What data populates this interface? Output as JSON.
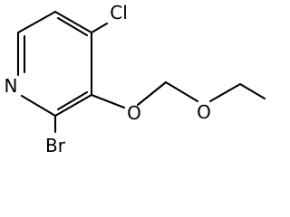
{
  "structure": {
    "atoms": {
      "n": "N",
      "cl": "Cl",
      "br": "Br",
      "o1": "O",
      "o2": "O"
    }
  }
}
